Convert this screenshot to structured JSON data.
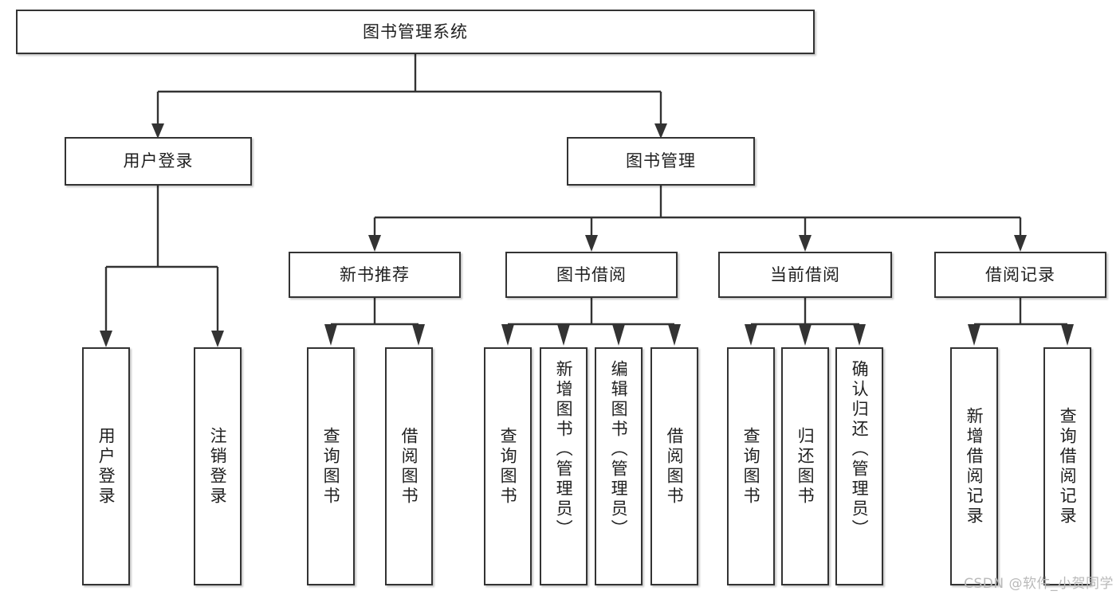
{
  "diagram": {
    "title": "图书管理系统",
    "watermark": "CSDN @软件_小贺同学",
    "root": {
      "label": "图书管理系统"
    },
    "level2": [
      {
        "label": "用户登录"
      },
      {
        "label": "图书管理"
      }
    ],
    "level3": [
      {
        "label": "新书推荐"
      },
      {
        "label": "图书借阅"
      },
      {
        "label": "当前借阅"
      },
      {
        "label": "借阅记录"
      }
    ],
    "leaves": {
      "user_login": [
        {
          "label": "用户登录"
        },
        {
          "label": "注销登录"
        }
      ],
      "new_book_recommend": [
        {
          "label": "查询图书"
        },
        {
          "label": "借阅图书"
        }
      ],
      "book_borrow": [
        {
          "label": "查询图书"
        },
        {
          "label": "新增图书（管理员）"
        },
        {
          "label": "编辑图书（管理员）"
        },
        {
          "label": "借阅图书"
        }
      ],
      "current_borrow": [
        {
          "label": "查询图书"
        },
        {
          "label": "归还图书"
        },
        {
          "label": "确认归还（管理员）"
        }
      ],
      "borrow_record": [
        {
          "label": "新增借阅记录"
        },
        {
          "label": "查询借阅记录"
        }
      ]
    },
    "colors": {
      "border": "#333333",
      "background": "#ffffff",
      "text": "#1f1f1f",
      "watermark": "#b9b9b9"
    }
  }
}
